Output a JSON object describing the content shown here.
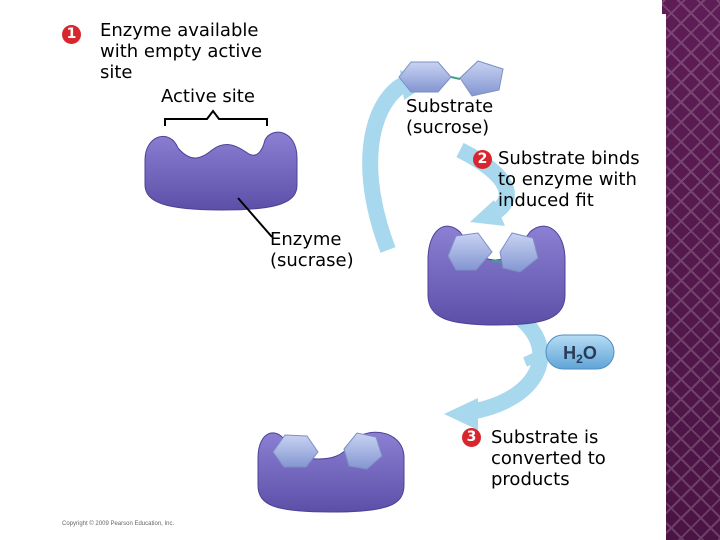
{
  "colors": {
    "enzyme": "#7a6cc4",
    "enzyme_dark": "#564aa3",
    "substrate": "#9fb0e2",
    "arrow": "#a7d8ee",
    "water": "#8fc3e8",
    "step_badge": "#d7262d",
    "sidebar": "#5e1d55"
  },
  "steps": [
    {
      "number": "1",
      "label": "Enzyme available\nwith empty active\nsite"
    },
    {
      "number": "2",
      "label": "Substrate binds\nto enzyme with\ninduced fit"
    },
    {
      "number": "3",
      "label": "Substrate is\nconverted to\nproducts"
    }
  ],
  "labels": {
    "active_site": "Active site",
    "substrate": "Substrate\n(sucrose)",
    "enzyme": "Enzyme\n(sucrase)",
    "water": "H",
    "water_sub": "2",
    "water_o": "O"
  },
  "copyright": "Copyright © 2009 Pearson Education, Inc."
}
